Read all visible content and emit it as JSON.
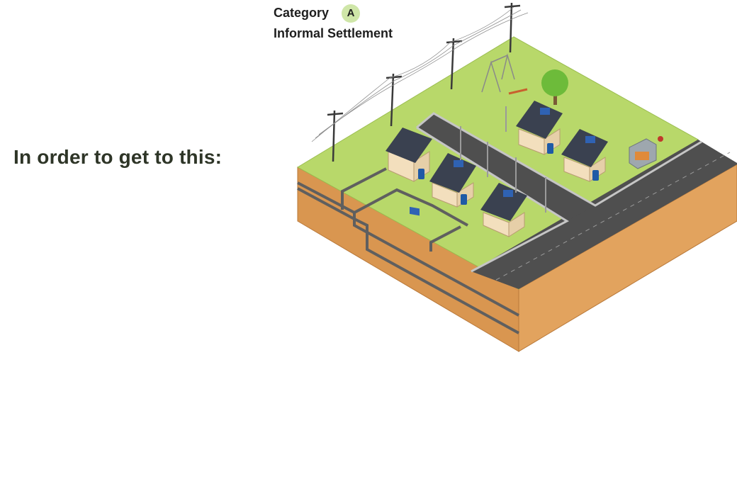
{
  "slide": {
    "heading": "In order to get to this:"
  },
  "illustration": {
    "category_label": "Category",
    "category_badge": "A",
    "subtitle": "Informal Settlement",
    "icons": {
      "houses": "house-icon",
      "power_poles": "power-pole-icon",
      "tree": "tree-icon",
      "playground": "playground-icon",
      "water_tank": "water-tank-icon",
      "substation": "electrical-box-icon"
    },
    "colors": {
      "grass": "#b9d96a",
      "soil": "#df9f57",
      "road": "#555555",
      "pipe": "#6b6b6b",
      "roof": "#3a4150",
      "wall": "#f3dfbd",
      "tank": "#1f5aa6"
    }
  }
}
